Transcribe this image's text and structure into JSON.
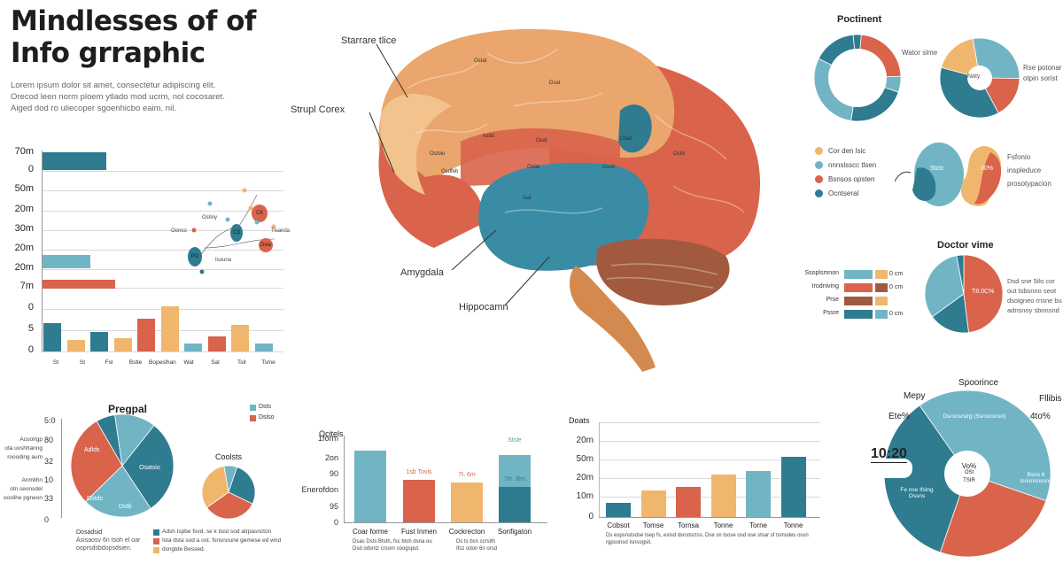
{
  "header": {
    "title_line1": "Mindlesses of of",
    "title_line2": "Info grraphic",
    "lead": "Lorem ipsum dolor sit amet, consectetur adipiscing elit. Orecod leen norm ploem ytlado mod ucrm, nol cocosaret. Aiged dod ro uliecoper sgoenhicbo eaim. nil."
  },
  "colors": {
    "teal_dark": "#2f7b90",
    "teal_light": "#71b5c5",
    "red": "#d9634b",
    "orange": "#f1b66d",
    "brown": "#a25a3e",
    "grid": "#d9d9d9"
  },
  "brain": {
    "labels": {
      "top": "Starrare tlice",
      "left": "Strupl Corex",
      "amygdala": "Amygdala",
      "hippocampus": "Hippocamn"
    },
    "region_tags": [
      "Ostat",
      "Dsat",
      "Isdat",
      "Osat",
      "Ostoio",
      "Osdfeb",
      "Ostat",
      "Ousit",
      "Ostic",
      "Obat",
      "Isat"
    ]
  },
  "network": {
    "labels": [
      "Ostiny",
      "Oonco",
      "Isouna",
      "Tisanda",
      "PO",
      "C3",
      "C6",
      "Dwa"
    ]
  },
  "chart_data": [
    {
      "type": "bar",
      "id": "top-left-bars",
      "yticks": [
        "70m",
        "0",
        "50m",
        "20m",
        "30m",
        "20m",
        "20m",
        "7m",
        "0",
        "5",
        "0"
      ],
      "horizontal_bars": [
        {
          "tick": "70m",
          "color": "teal_dark",
          "value": 0.36
        },
        {
          "tick": "20m",
          "color": "teal_light",
          "value": 0.27
        },
        {
          "tick": "7m",
          "color": "red",
          "value": 0.41
        }
      ],
      "categories": [
        "St",
        "St",
        "Fsl",
        "Bstle",
        "Bopeslhan",
        "Wat",
        "Sal",
        "Tslr",
        "Tsme"
      ],
      "values": [
        3.2,
        1.3,
        2.2,
        1.5,
        3.7,
        5.1,
        0.9,
        1.7,
        3.0,
        0.9
      ],
      "bar_colors": [
        "teal_dark",
        "orange",
        "teal_dark",
        "orange",
        "red",
        "orange",
        "teal_light",
        "red",
        "orange",
        "teal_light"
      ],
      "ylim": [
        0,
        5
      ],
      "grid": true
    },
    {
      "type": "pie",
      "id": "pregpal",
      "title": "Pregpal",
      "yticks": [
        "5:0",
        "80",
        "32",
        "10",
        "33",
        "0"
      ],
      "side_labels": [
        [
          "Acoolrgp",
          "ota uvshhanng",
          "roooding aum"
        ],
        [
          "Anmlihn",
          "otn seonsdel",
          "ooslihe pgneon"
        ]
      ],
      "slices": [
        {
          "label": "",
          "value": 6,
          "color": "teal_dark"
        },
        {
          "label": "",
          "value": 13,
          "color": "teal_light"
        },
        {
          "label": "Osatsio",
          "value": 30,
          "color": "teal_dark"
        },
        {
          "label": "Dstb",
          "value": 22,
          "color": "teal_light"
        },
        {
          "label": "Adlds",
          "value": 29,
          "color": "red"
        }
      ],
      "slice_label_extra": "Dstds",
      "legend": [
        {
          "label": "Dsts",
          "color": "teal_light"
        },
        {
          "label": "Dslso",
          "color": "red"
        }
      ],
      "caption": {
        "title": "Dosadsid",
        "lines": [
          "Asisaosv 6n tsoh el oar",
          "ooprsdsbdopsdsien."
        ]
      },
      "legend_notes": [
        {
          "color": "teal_dark",
          "text": "Adsh Ispbe fsvd, se k tisst sod atrpasncton"
        },
        {
          "color": "red",
          "text": "Ista dsta sod a ost. fsnsnoune gemese ed wnd"
        },
        {
          "color": "orange",
          "text": "dsngtde Bessed."
        }
      ]
    },
    {
      "type": "pie",
      "id": "coolsts",
      "title": "Coolsts",
      "slices": [
        {
          "value": 8,
          "color": "teal_light"
        },
        {
          "value": 27,
          "color": "teal_dark"
        },
        {
          "value": 33,
          "color": "red"
        },
        {
          "value": 32,
          "color": "orange"
        }
      ]
    },
    {
      "type": "bar",
      "id": "ocitels",
      "title": "Ocitels",
      "yticks": [
        "1form",
        "2on",
        "90",
        "Enerofdon",
        "95",
        "0"
      ],
      "categories": [
        "Coar forme",
        "Fust Inmen",
        "Cockrecton",
        "Sonfigaton"
      ],
      "values": [
        90,
        53,
        50,
        85
      ],
      "stack_dark": [
        null,
        null,
        null,
        45
      ],
      "bar_colors": [
        "teal_light",
        "red",
        "orange",
        "teal_light"
      ],
      "data_labels": [
        "",
        "1sb Tovis",
        "7t. 6m",
        "7th. Bm"
      ],
      "top_label": "Stsle",
      "ylim": [
        0,
        100
      ],
      "notes": [
        "Dsas Dsts Btsth, fsc btsh dsna ou",
        "Dsd odsntz crsom coogsput.",
        "Ds ts bsn ccrsith",
        "Ifsz odon 6n orsd"
      ]
    },
    {
      "type": "bar",
      "id": "doats",
      "title": "Doats",
      "yticks": [
        "20m",
        "50m",
        "20m",
        "10m",
        "0"
      ],
      "categories": [
        "Cobsot",
        "Tomse",
        "Tornsa",
        "Tonne",
        "Torne",
        "Tonne"
      ],
      "values": [
        8,
        15,
        17,
        24,
        26,
        34
      ],
      "bar_colors": [
        "teal_dark",
        "orange",
        "red",
        "orange",
        "teal_light",
        "teal_dark"
      ],
      "ylim": [
        0,
        42
      ],
      "grid": true,
      "note": "Ds espsnstsdse tsep fs, eslsd dsnstsctss. Dse sn tsose osd ose stsar sf tsmsdes ossn rgpsonsd Isnsogsit."
    },
    {
      "type": "pie",
      "id": "big-donut",
      "labels": {
        "top": "Spoorince",
        "left_top": "Mepy",
        "right_top": "Fllibis",
        "left_pct": "Ete%",
        "right_pct": "4to%",
        "time": "10:20"
      },
      "center": [
        "Vo%",
        "OSt",
        "TSIR"
      ],
      "slices": [
        {
          "label": "Dsrsnsrsirg (Ssnsnsnsn)",
          "value": 40,
          "color": "teal_light"
        },
        {
          "label": "Bsns 6 Isnsnsnssns",
          "value": 25,
          "color": "red"
        },
        {
          "label": "Fe nse Ifslng Ossns",
          "value": 35,
          "color": "teal_dark"
        }
      ]
    },
    {
      "type": "pie",
      "id": "poctinent",
      "title": "Poctinent",
      "donut": true,
      "slices": [
        {
          "value": 23,
          "color": "red"
        },
        {
          "value": 6,
          "color": "teal_light"
        },
        {
          "value": 22,
          "color": "teal_dark"
        },
        {
          "value": 30,
          "color": "teal_light"
        },
        {
          "value": 16,
          "color": "teal_dark"
        },
        {
          "value": 3,
          "color": "teal_dark"
        }
      ]
    },
    {
      "type": "pie",
      "id": "wator-slme",
      "title": "Wator slme",
      "center": "Naty",
      "side_text": [
        "Rse potonar",
        "otpin sorist"
      ],
      "slices": [
        {
          "value": 28,
          "color": "teal_light"
        },
        {
          "value": 17,
          "color": "red"
        },
        {
          "value": 37,
          "color": "teal_dark"
        },
        {
          "value": 18,
          "color": "orange"
        }
      ]
    },
    {
      "type": "pie",
      "id": "doctor-vime",
      "title": "Doctor vime",
      "slice_label": "T8.0C%",
      "side_text": [
        "Dsd sne 5ilo cor",
        "out tsbsnno seot",
        "dsolgneo rnsne bu",
        "adnsnoy sbonsnd"
      ],
      "slices": [
        {
          "value": 48,
          "color": "red"
        },
        {
          "value": 17,
          "color": "teal_dark"
        },
        {
          "value": 32,
          "color": "teal_light"
        },
        {
          "value": 3,
          "color": "teal_dark"
        }
      ]
    },
    {
      "type": "bar",
      "id": "right-rows",
      "categories": [
        "Ssoplsmnon",
        "Irodniving",
        "Prse",
        "Pssre"
      ],
      "value_labels": [
        "0 cm",
        "0 cm",
        "",
        "0 cm"
      ],
      "colors": [
        [
          "teal_light",
          "orange"
        ],
        [
          "red",
          "brown"
        ],
        [
          "brown",
          "orange"
        ],
        [
          "teal_dark",
          "teal_light"
        ]
      ]
    }
  ],
  "legend_right": [
    {
      "label": "Cor den lsic",
      "color": "orange"
    },
    {
      "label": "nnnslsscc tlsen",
      "color": "teal_light"
    },
    {
      "label": "Bsnsos opsten",
      "color": "red"
    },
    {
      "label": "Ocntseral",
      "color": "teal_dark"
    }
  ],
  "blobs": {
    "left_label": "Stctc",
    "right_label": "30%",
    "side_text": [
      "Fsfonio",
      "inspleduce",
      "prosotypacion"
    ]
  }
}
